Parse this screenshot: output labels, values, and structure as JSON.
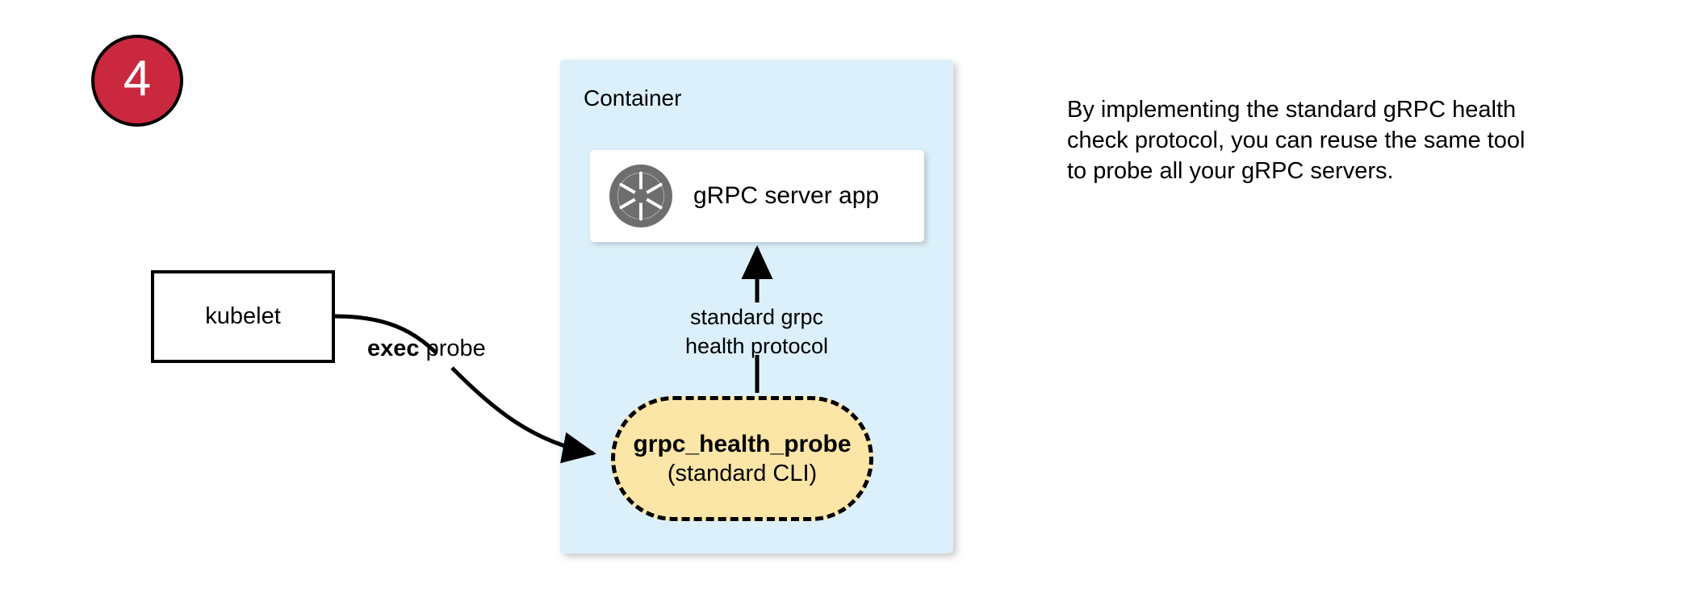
{
  "step": {
    "number": "4"
  },
  "kubelet": {
    "label": "kubelet"
  },
  "edges": {
    "exec_probe_prefix": "exec",
    "exec_probe_suffix": " probe",
    "protocol_line1": "standard grpc",
    "protocol_line2": "health protocol"
  },
  "container": {
    "title": "Container",
    "server_card": {
      "icon": "aperture-icon",
      "label": "gRPC server app"
    },
    "probe_node": {
      "title": "grpc_health_probe",
      "subtitle": "(standard CLI)"
    }
  },
  "annotation": {
    "text": "By implementing the standard gRPC health check protocol, you can reuse the same tool to probe all your gRPC servers."
  },
  "colors": {
    "badge_red": "#C9283E",
    "container_blue": "#DCF0FB",
    "probe_yellow": "#FCE6A7",
    "icon_gray": "#6E6E6E",
    "stroke_black": "#000000",
    "card_white": "#FFFFFF"
  }
}
